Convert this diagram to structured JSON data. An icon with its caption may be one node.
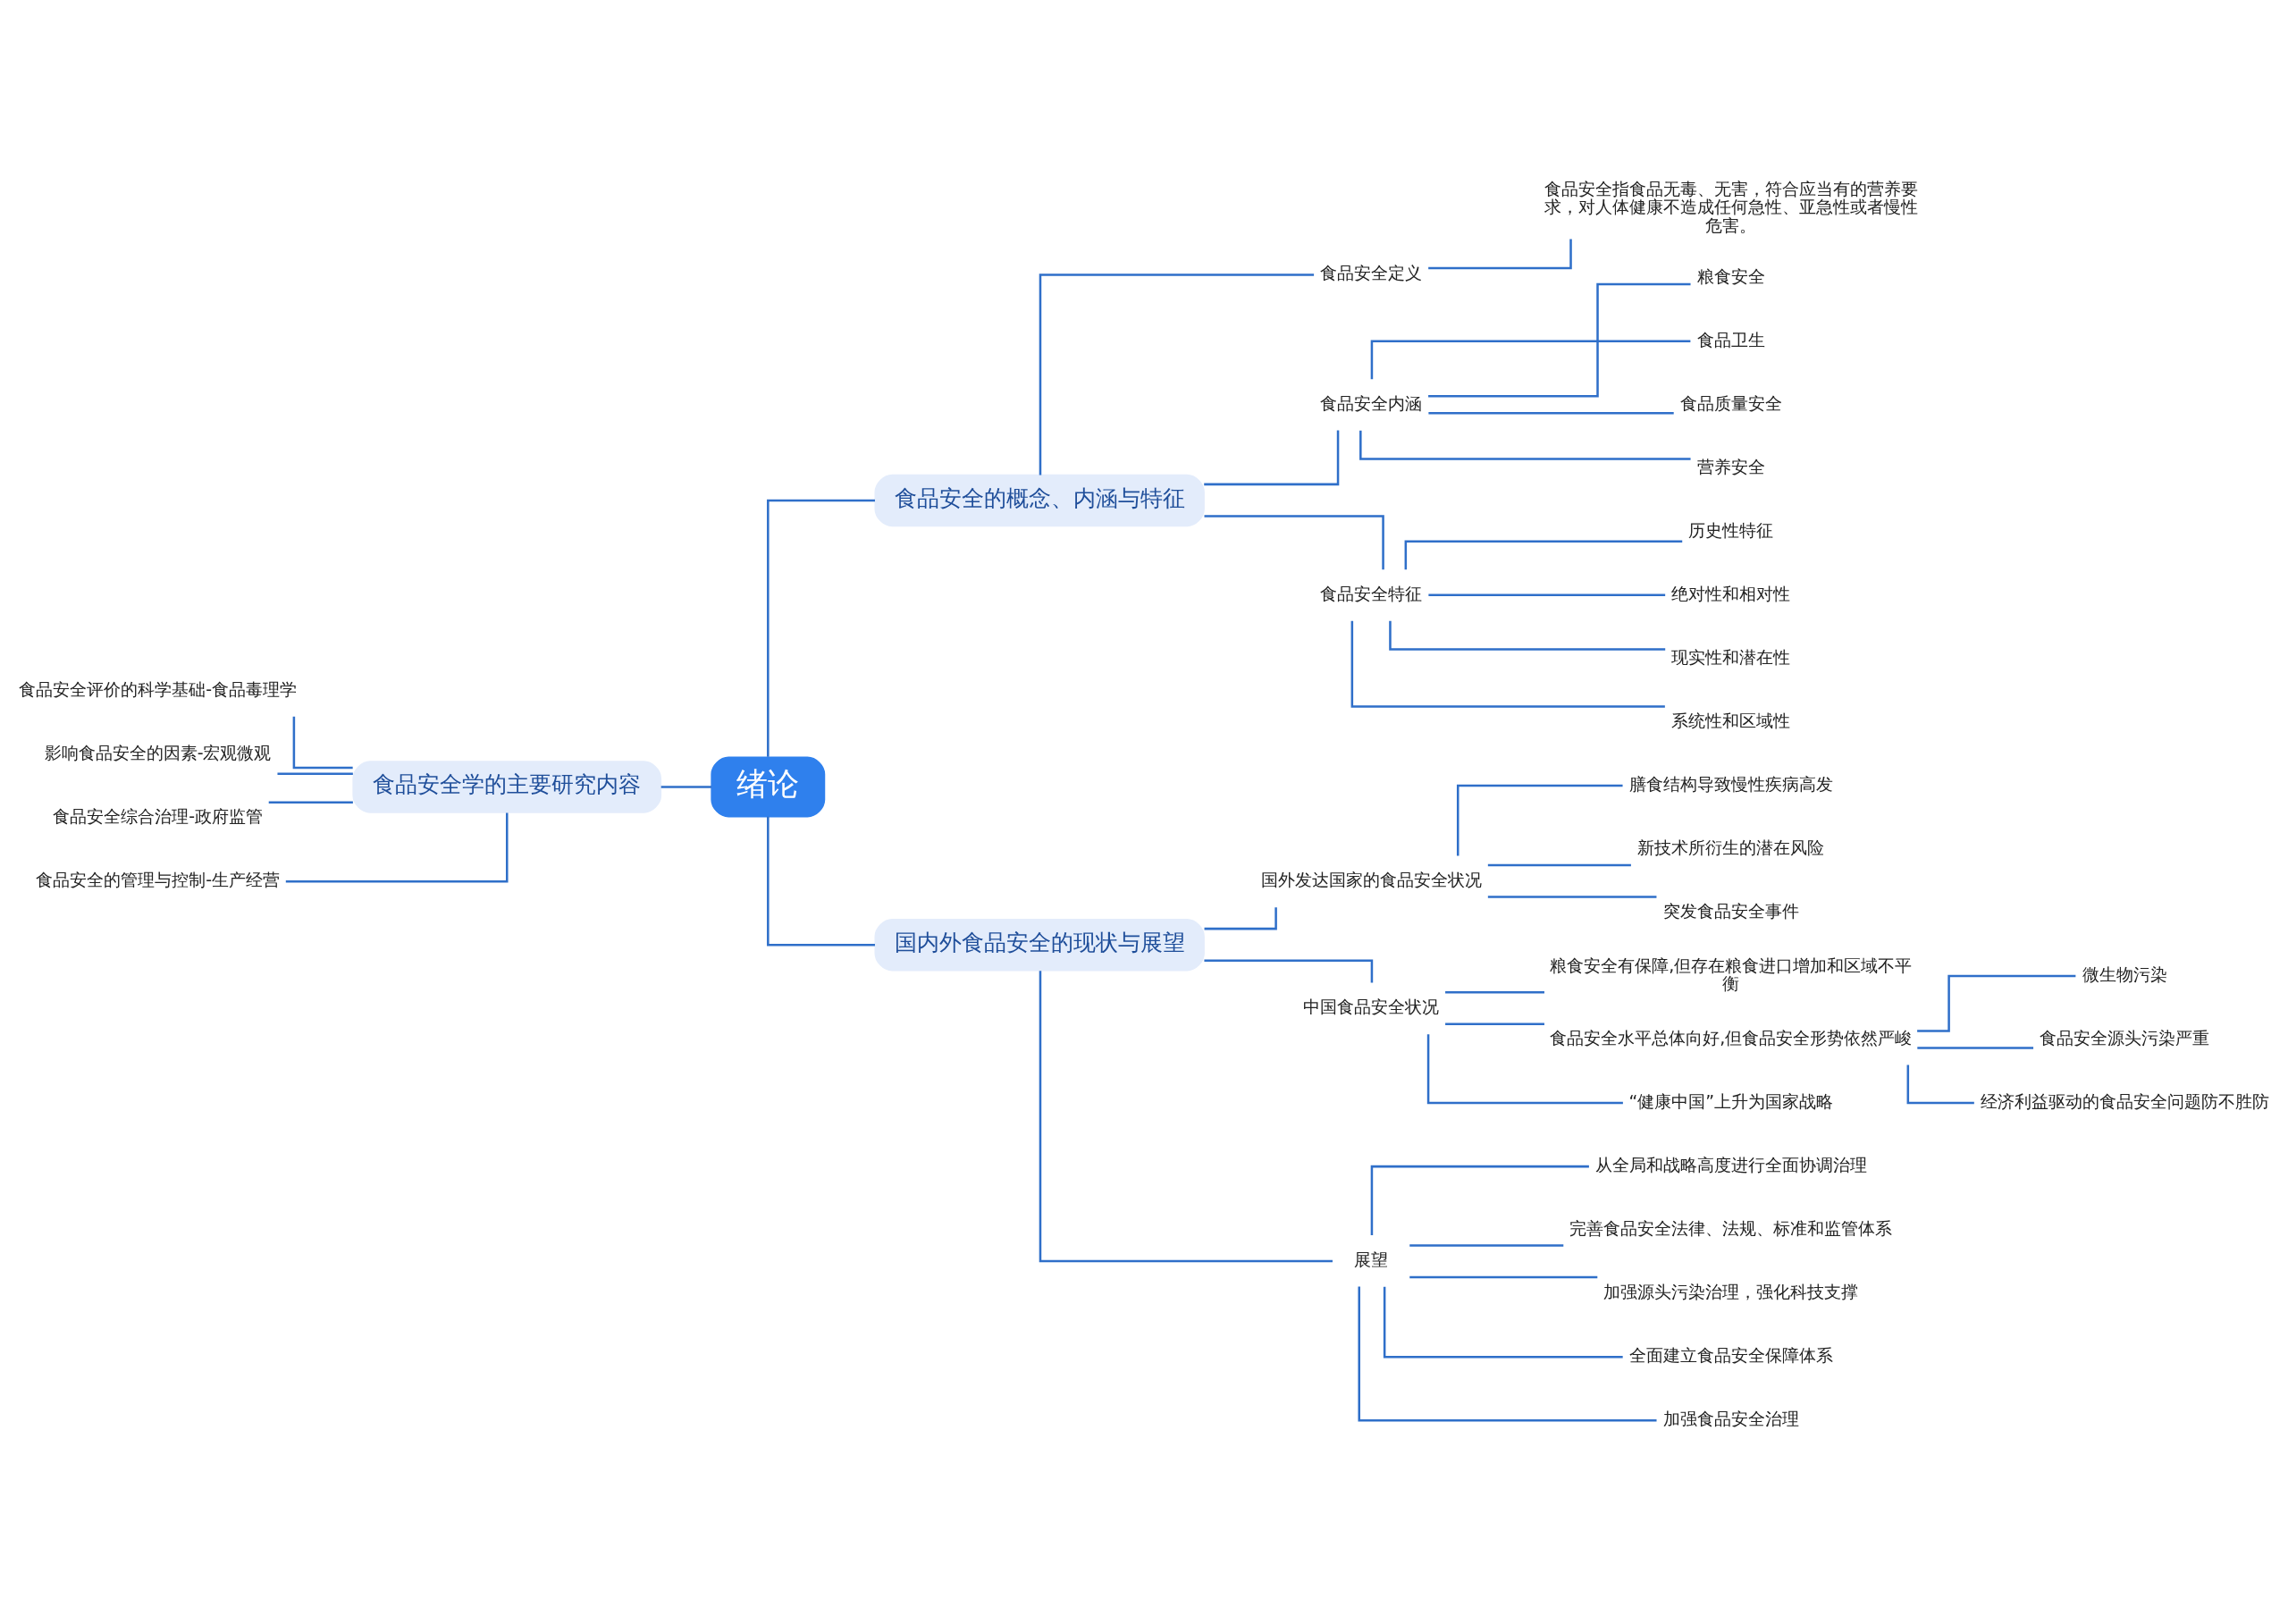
{
  "diagram": {
    "nodes": [
      {
        "text": [
          "绪论"
        ]
      },
      {
        "text": [
          "食品安全学的主要研究内容"
        ]
      },
      {
        "text": [
          "食品安全评价的科学基础-食品毒理学"
        ]
      },
      {
        "text": [
          "影响食品安全的因素-宏观微观"
        ]
      },
      {
        "text": [
          "食品安全综合治理-政府监管"
        ]
      },
      {
        "text": [
          "食品安全的管理与控制-生产经营"
        ]
      },
      {
        "text": [
          "食品安全的概念、内涵与特征"
        ]
      },
      {
        "text": [
          "食品安全定义"
        ]
      },
      {
        "text": [
          "食品安全指食品无毒、无害，符合应当有的营养要求，对人体健康不造成任何急性、亚急性或者慢性危害。"
        ]
      },
      {
        "text": [
          "食品安全内涵"
        ]
      },
      {
        "text": [
          "粮食安全"
        ]
      },
      {
        "text": [
          "食品卫生"
        ]
      },
      {
        "text": [
          "食品质量安全"
        ]
      },
      {
        "text": [
          "营养安全"
        ]
      },
      {
        "text": [
          "食品安全特征"
        ]
      },
      {
        "text": [
          "历史性特征"
        ]
      },
      {
        "text": [
          "绝对性和相对性"
        ]
      },
      {
        "text": [
          "现实性和潜在性"
        ]
      },
      {
        "text": [
          "系统性和区域性"
        ]
      },
      {
        "text": [
          "国内外食品安全的现状与展望"
        ]
      },
      {
        "text": [
          "国外发达国家的食品安全状况"
        ]
      },
      {
        "text": [
          "膳食结构导致慢性疾病高发"
        ]
      },
      {
        "text": [
          "新技术所衍生的潜在风险"
        ]
      },
      {
        "text": [
          "突发食品安全事件"
        ]
      },
      {
        "text": [
          "中国食品安全状况"
        ]
      },
      {
        "text": [
          "粮食安全有保障,但存在粮食进口增加和区域不平衡"
        ]
      },
      {
        "text": [
          "食品安全水平总体向好,但食品安全形势依然严峻"
        ]
      },
      {
        "text": [
          "微生物污染"
        ]
      },
      {
        "text": [
          "食品安全源头污染严重"
        ]
      },
      {
        "text": [
          "经济利益驱动的食品安全问题防不胜防"
        ]
      },
      {
        "text": [
          "“健康中国”上升为国家战略"
        ]
      },
      {
        "text": [
          "展望"
        ]
      },
      {
        "text": [
          "从全局和战略高度进行全面协调治理"
        ]
      },
      {
        "text": [
          "完善食品安全法律、法规、标准和监管体系"
        ]
      },
      {
        "text": [
          "加强源头污染治理，强化科技支撑"
        ]
      },
      {
        "text": [
          "全面建立食品安全保障体系"
        ]
      },
      {
        "text": [
          "加强食品安全治理"
        ]
      }
    ],
    "edges": [
      {
        "from": 0,
        "to": 1,
        "arrow": "none"
      },
      {
        "from": 1,
        "to": 2,
        "arrow": "none"
      },
      {
        "from": 1,
        "to": 3,
        "arrow": "none"
      },
      {
        "from": 1,
        "to": 4,
        "arrow": "none"
      },
      {
        "from": 1,
        "to": 5,
        "arrow": "none"
      },
      {
        "from": 0,
        "to": 6,
        "arrow": "none"
      },
      {
        "from": 6,
        "to": 7,
        "arrow": "none"
      },
      {
        "from": 7,
        "to": 8,
        "arrow": "none"
      },
      {
        "from": 6,
        "to": 9,
        "arrow": "none"
      },
      {
        "from": 9,
        "to": 10,
        "arrow": "none"
      },
      {
        "from": 9,
        "to": 11,
        "arrow": "none"
      },
      {
        "from": 9,
        "to": 12,
        "arrow": "none"
      },
      {
        "from": 9,
        "to": 13,
        "arrow": "none"
      },
      {
        "from": 6,
        "to": 14,
        "arrow": "none"
      },
      {
        "from": 14,
        "to": 15,
        "arrow": "none"
      },
      {
        "from": 14,
        "to": 16,
        "arrow": "none"
      },
      {
        "from": 14,
        "to": 17,
        "arrow": "none"
      },
      {
        "from": 14,
        "to": 18,
        "arrow": "none"
      },
      {
        "from": 0,
        "to": 19,
        "arrow": "none"
      },
      {
        "from": 19,
        "to": 20,
        "arrow": "none"
      },
      {
        "from": 20,
        "to": 21,
        "arrow": "none"
      },
      {
        "from": 20,
        "to": 22,
        "arrow": "none"
      },
      {
        "from": 20,
        "to": 23,
        "arrow": "none"
      },
      {
        "from": 19,
        "to": 24,
        "arrow": "none"
      },
      {
        "from": 24,
        "to": 25,
        "arrow": "none"
      },
      {
        "from": 24,
        "to": 26,
        "arrow": "none"
      },
      {
        "from": 26,
        "to": 27,
        "arrow": "none"
      },
      {
        "from": 26,
        "to": 28,
        "arrow": "none"
      },
      {
        "from": 26,
        "to": 29,
        "arrow": "none"
      },
      {
        "from": 24,
        "to": 30,
        "arrow": "none"
      },
      {
        "from": 19,
        "to": 31,
        "arrow": "none"
      },
      {
        "from": 31,
        "to": 32,
        "arrow": "none"
      },
      {
        "from": 31,
        "to": 33,
        "arrow": "none"
      },
      {
        "from": 31,
        "to": 34,
        "arrow": "none"
      },
      {
        "from": 31,
        "to": 35,
        "arrow": "none"
      },
      {
        "from": 31,
        "to": 36,
        "arrow": "none"
      }
    ]
  }
}
